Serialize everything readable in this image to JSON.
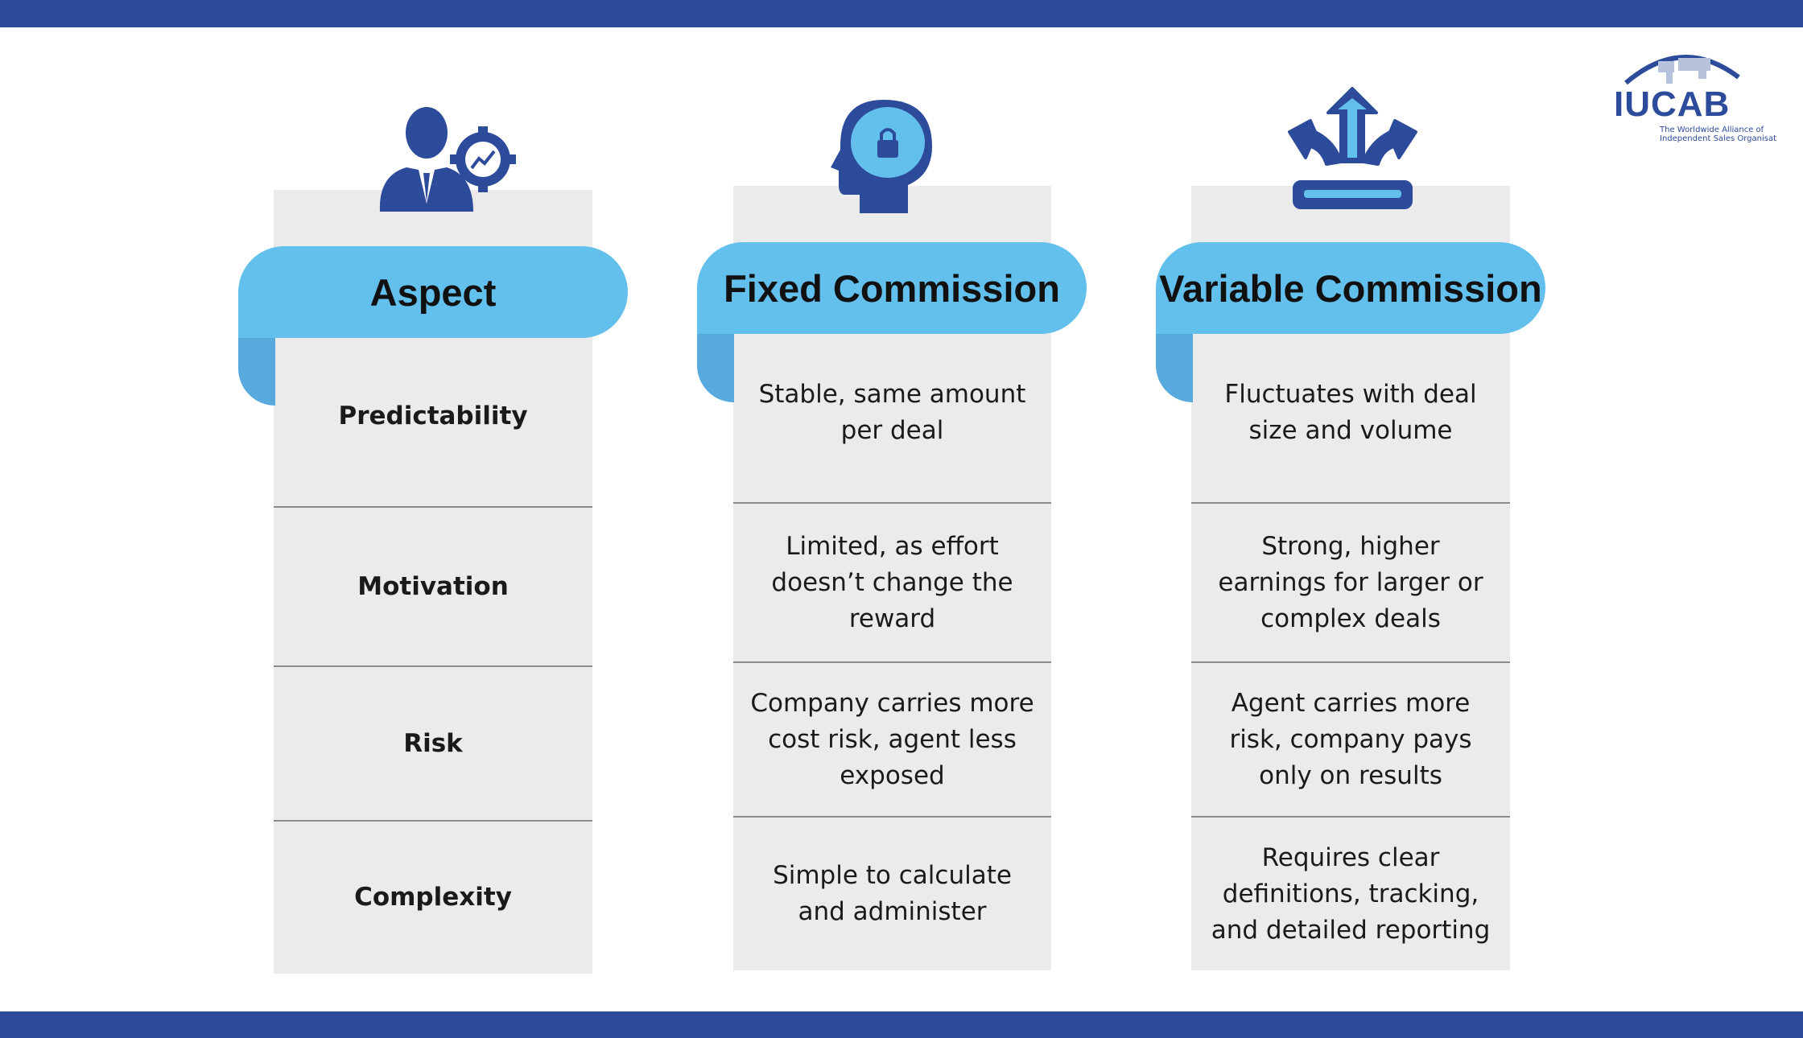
{
  "colors": {
    "brand": "#2d4b9b",
    "banner": "#63bfec",
    "fold": "#58a9dd",
    "panel": "#ebebeb"
  },
  "logo": {
    "name": "IUCAB",
    "tagline_1": "The Worldwide Alliance of",
    "tagline_2": "Independent Sales Organisat"
  },
  "columns": [
    {
      "header": "Aspect",
      "icon": "businessman-gear-chart-icon",
      "cells": [
        "Predictability",
        "Motivation",
        "Risk",
        "Complexity"
      ]
    },
    {
      "header": "Fixed Commission",
      "icon": "head-lock-icon",
      "cells": [
        "Stable, same amount per deal",
        "Limited, as effort doesn’t change the reward",
        "Company carries more cost risk, agent less exposed",
        "Simple to calculate and administer"
      ]
    },
    {
      "header": "Variable Commission",
      "icon": "diverging-arrows-icon",
      "cells": [
        "Fluctuates with deal size and volume",
        "Strong, higher earnings for larger or complex deals",
        "Agent carries more risk, company pays only on results",
        "Requires clear definitions, tracking, and detailed reporting"
      ]
    }
  ]
}
